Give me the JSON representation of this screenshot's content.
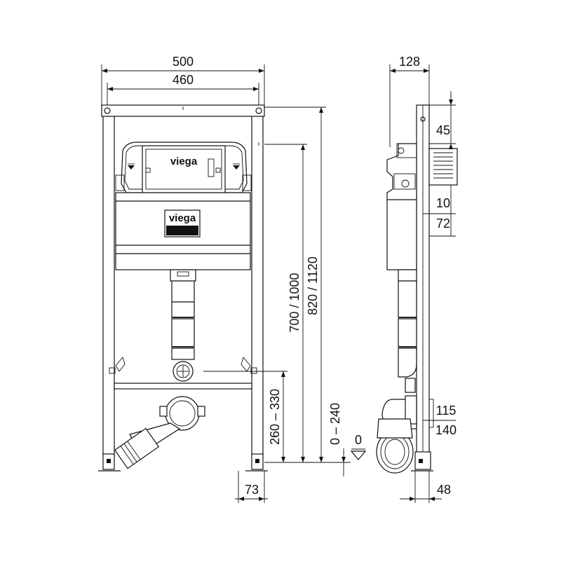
{
  "brand": "viega",
  "front_view": {
    "dim_width_outer": "500",
    "dim_width_inner": "460",
    "dim_outlet_height": "700 / 1000",
    "dim_frame_height": "820 / 1120",
    "dim_drain_height": "260 – 330",
    "dim_floor_adjust": "0 – 240",
    "dim_foot": "73"
  },
  "side_view": {
    "dim_depth": "128",
    "dim_top": "45",
    "dim_mid_top": "10",
    "dim_mid_bottom": "72",
    "dim_low_top": "115",
    "dim_low_bottom": "140",
    "dim_zero": "0",
    "dim_foot": "48"
  }
}
